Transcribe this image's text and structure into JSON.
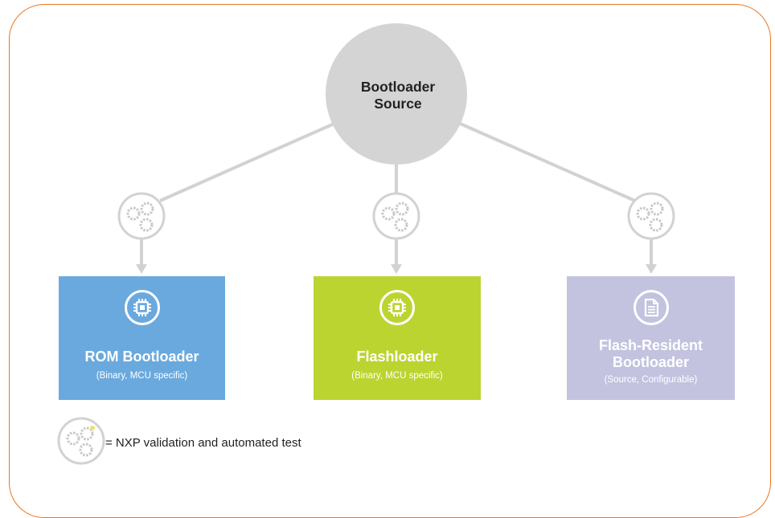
{
  "source": {
    "line1": "Bootloader",
    "line2": "Source"
  },
  "boxes": [
    {
      "title": "ROM Bootloader",
      "subtitle": "(Binary, MCU specific)",
      "color": "#6aa9dd",
      "icon": "chip-icon"
    },
    {
      "title": "Flashloader",
      "subtitle": "(Binary, MCU specific)",
      "color": "#bcd430",
      "icon": "chip-icon"
    },
    {
      "title_line1": "Flash-Resident",
      "title_line2": "Bootloader",
      "subtitle": "(Source, Configurable)",
      "color": "#c3c3e0",
      "icon": "document-icon"
    }
  ],
  "legend": {
    "text": "= NXP validation and automated test",
    "icon": "gears-icon"
  },
  "colors": {
    "frame": "#e87722",
    "connector": "#d2d2d2",
    "source_circle": "#d4d4d4",
    "gear": "#c8c8c8",
    "gear_highlight": "#f0e070"
  }
}
